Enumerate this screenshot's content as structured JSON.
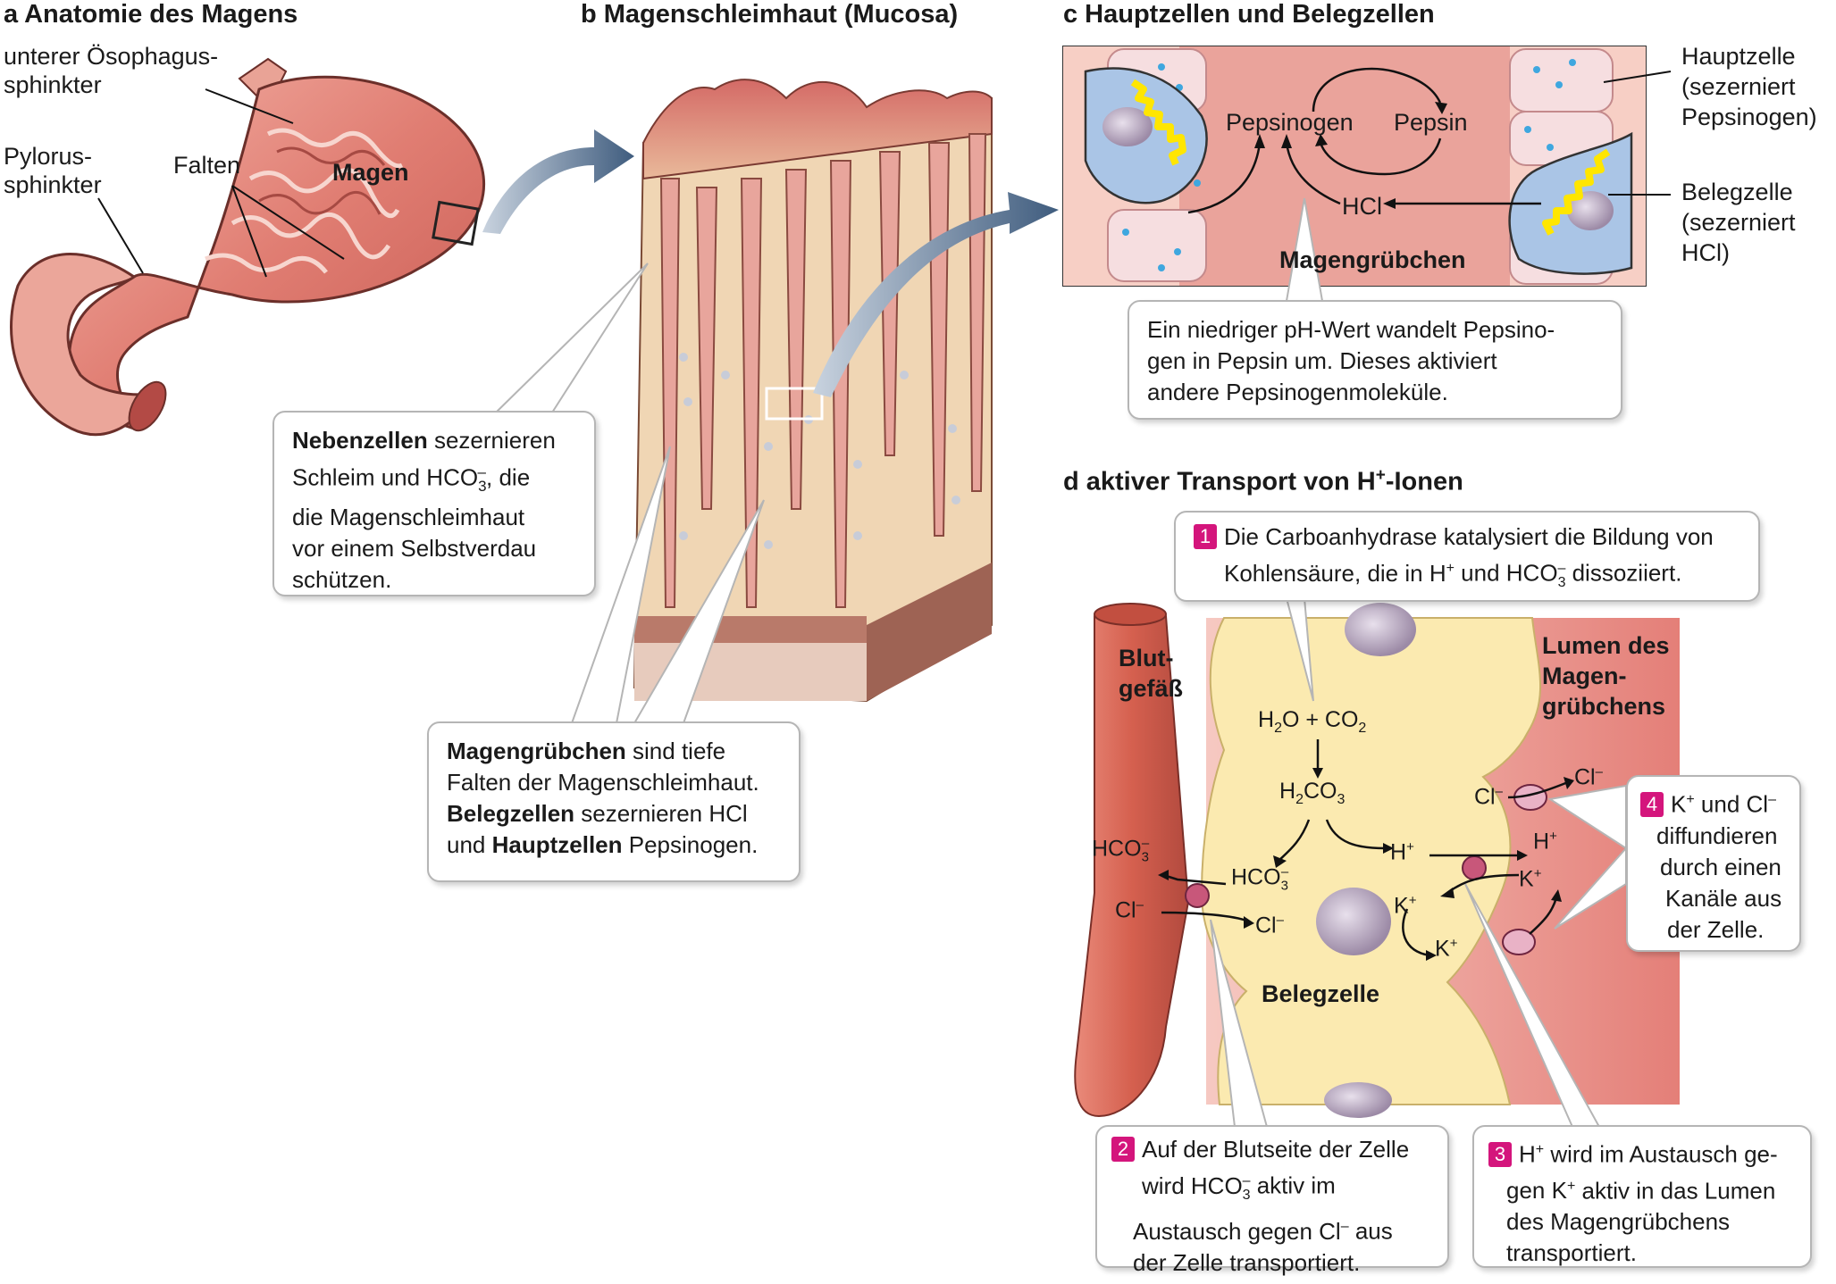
{
  "panel_a": {
    "title": "a  Anatomie des Magens",
    "label_sphincter_lower_1": "unterer Ösophagus-",
    "label_sphincter_lower_2": "sphinkter",
    "label_pylorus_1": "Pylorus-",
    "label_pylorus_2": "sphinkter",
    "label_folds": "Falten",
    "label_stomach": "Magen"
  },
  "panel_b": {
    "title": "b  Magenschleimhaut (Mucosa)",
    "callout_mucous": {
      "bold": "Nebenzellen",
      "text1": " sezernieren",
      "line2": "Schleim und HCO",
      "line2_sub": "3",
      "line2_sup": "–",
      "line2_end": ", die",
      "line3": "die Magenschleimhaut",
      "line4": "vor einem Selbstverdau",
      "line5": "schützen."
    },
    "callout_pits": {
      "bold1": "Magengrübchen",
      "text1": " sind tiefe",
      "line2": "Falten der Magenschleimhaut.",
      "bold2": "Belegzellen",
      "text2": " sezernieren HCl",
      "line4_pre": "und ",
      "bold3": "Hauptzellen",
      "text3": " Pepsinogen."
    }
  },
  "panel_c": {
    "title": "c  Hauptzellen und Belegzellen",
    "pepsinogen": "Pepsinogen",
    "pepsin": "Pepsin",
    "hcl": "HCl",
    "pit": "Magengrübchen",
    "chief_1": "Hauptzelle",
    "chief_2": "(sezerniert",
    "chief_3": "Pepsinogen)",
    "parietal_1": "Belegzelle",
    "parietal_2": "(sezerniert",
    "parietal_3": "HCl)",
    "callout_1": "Ein niedriger pH-Wert wandelt Pepsino-",
    "callout_2": "gen in Pepsin um. Dieses aktiviert",
    "callout_3": "andere Pepsinogenmoleküle."
  },
  "panel_d": {
    "title_pre": "d  aktiver Transport von H",
    "title_sup": "+",
    "title_post": "-Ionen",
    "blood_1": "Blut-",
    "blood_2": "gefäß",
    "lumen_1": "Lumen des",
    "lumen_2": "Magen-",
    "lumen_3": "grübchens",
    "cell_label": "Belegzelle",
    "step1_num": "1",
    "step1_line1": "Die Carboanhydrase katalysiert die Bildung von",
    "step1_line2_a": "Kohlensäure, die in H",
    "step1_line2_b": " und HCO",
    "step1_line2_c": " dissoziiert.",
    "step2_num": "2",
    "step2_line1": "Auf der Blutseite der Zelle",
    "step2_line2_a": "wird HCO",
    "step2_line2_b": " aktiv im",
    "step2_line3_a": "Austausch gegen Cl",
    "step2_line3_b": " aus",
    "step2_line4": "der Zelle transportiert.",
    "step3_num": "3",
    "step3_line1_a": "H",
    "step3_line1_b": " wird im Austausch ge-",
    "step3_line2_a": "gen K",
    "step3_line2_b": " aktiv in das Lumen",
    "step3_line3": "des Magengrübchens",
    "step3_line4": "transportiert.",
    "step4_num": "4",
    "step4_line1_a": "K",
    "step4_line1_b": " und Cl",
    "step4_line2": "diffundieren",
    "step4_line3": "durch einen",
    "step4_line4": "Kanäle aus",
    "step4_line5": "der Zelle.",
    "chem_h2o": "H",
    "chem_h2o_b": "O + CO",
    "chem_h2co3": "H",
    "chem_h2co3_b": "CO",
    "chem_h": "H",
    "chem_hco3": "HCO",
    "chem_cl": "Cl",
    "chem_k": "K"
  },
  "colors": {
    "accent_magenta": "#d4157c",
    "arrow_blue": "#3f5c7e",
    "cell_yellow": "#fbeab0",
    "lumen_red": "#e3817b",
    "vessel_red": "#d96a5b"
  }
}
